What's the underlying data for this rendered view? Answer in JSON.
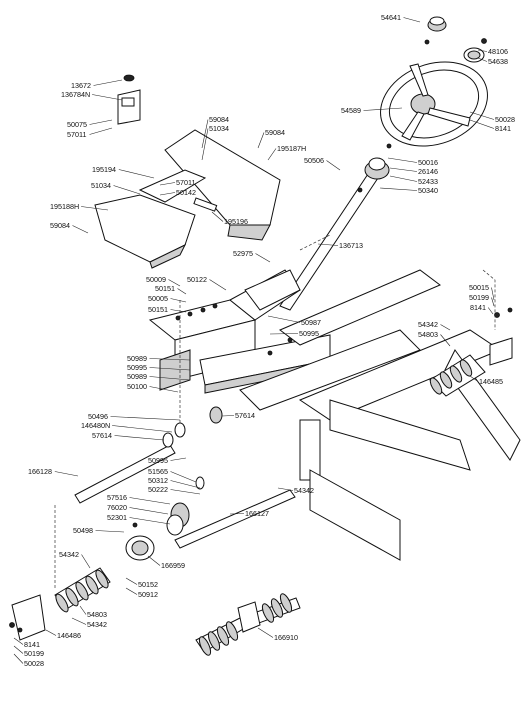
{
  "diagram": {
    "part_labels": [
      "54641",
      "48106",
      "54638",
      "13672",
      "136784N",
      "50075",
      "57011",
      "59084",
      "51034",
      "59084",
      "195187H",
      "54589",
      "50028",
      "8141",
      "195194",
      "57011",
      "50142",
      "50506",
      "50016",
      "26146",
      "52433",
      "50340",
      "51034",
      "195188H",
      "59084",
      "195196",
      "52975",
      "136713",
      "50009",
      "50122",
      "50151",
      "50005",
      "50151",
      "50015",
      "50199",
      "8141",
      "50987",
      "50995",
      "54342",
      "54803",
      "50989",
      "50995",
      "50989",
      "50100",
      "146485",
      "50496",
      "146480N",
      "57614",
      "57614",
      "50995",
      "166128",
      "51565",
      "50312",
      "50222",
      "54342",
      "57516",
      "76020",
      "52301",
      "166127",
      "50498",
      "54342",
      "166959",
      "50152",
      "50912",
      "54803",
      "54342",
      "146486",
      "8141",
      "50199",
      "50028",
      "166910"
    ]
  }
}
